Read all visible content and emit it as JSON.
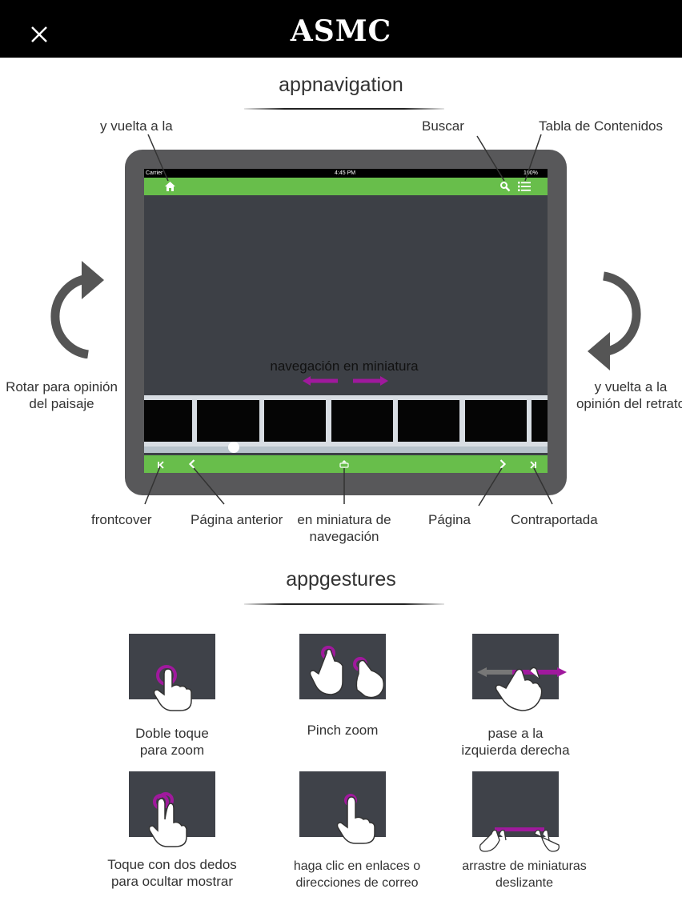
{
  "header": {
    "title": "ASMC",
    "close_icon": "close-icon"
  },
  "navigation": {
    "title": "appnavigation",
    "labels": {
      "home": "y vuelta a la",
      "search": "Buscar",
      "toc": "Tabla de Contenidos",
      "rotate_left": [
        "Rotar para opinión",
        "del paisaje"
      ],
      "rotate_right": [
        "y vuelta a la",
        "opinión del retrato"
      ],
      "thumbnail_nav": "navegación en miniatura",
      "frontcover": "frontcover",
      "prev_page": "Página anterior",
      "thumb_toggle": [
        "en miniatura de",
        "navegación"
      ],
      "next_page": "Página",
      "backcover": "Contraportada"
    },
    "status_bar": {
      "carrier": "Carrier",
      "time": "4:45 PM",
      "battery": "100%"
    },
    "icons": {
      "home": "home-icon",
      "search": "search-icon",
      "toc": "list-icon",
      "first": "first-page-icon",
      "prev": "chevron-left-icon",
      "toggle": "thumbnail-toggle-icon",
      "next": "chevron-right-icon",
      "last": "last-page-icon"
    },
    "accent_color": "#68be4b",
    "gesture_color": "#a0199d"
  },
  "gestures": {
    "title": "appgestures",
    "items": [
      {
        "label": [
          "Doble toque",
          "para zoom"
        ],
        "icon": "double-tap-icon"
      },
      {
        "label": [
          "Pinch zoom"
        ],
        "icon": "pinch-icon"
      },
      {
        "label": [
          "pase a la",
          "izquierda derecha"
        ],
        "icon": "swipe-icon"
      },
      {
        "label": [
          "Toque con dos dedos",
          "para ocultar mostrar"
        ],
        "icon": "two-finger-tap-icon"
      },
      {
        "label": [
          "haga clic en enlaces o",
          "direcciones de correo"
        ],
        "icon": "tap-link-icon"
      },
      {
        "label": [
          "arrastre de miniaturas",
          "deslizante"
        ],
        "icon": "drag-thumbnails-icon"
      }
    ]
  }
}
